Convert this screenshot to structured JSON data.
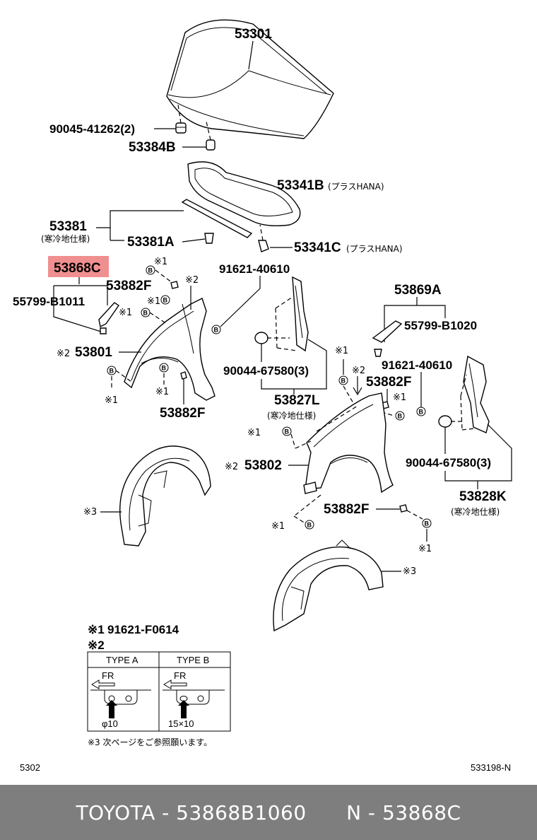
{
  "parts": {
    "hood": "53301",
    "hood_cushion": "90045-41262(2)",
    "hood_cushion_2": "53384B",
    "seal_b": "53341B",
    "seal_b_note": "(プラスHANA)",
    "seal_c": "53341C",
    "seal_c_note": "(プラスHANA)",
    "seal_upper": "53381",
    "seal_upper_note": "(寒冷地仕様)",
    "seal_upper_a": "53381A",
    "highlighted": "53868C",
    "clip_left": "55799-B1011",
    "bolt_left_top": "53882F",
    "fender_left": "53801",
    "bolt_left_bottom": "53882F",
    "screw_left": "91621-40610",
    "grommet_left": "90044-67580(3)",
    "liner_left": "53827L",
    "liner_left_note": "(寒冷地仕様)",
    "bracket_right": "53869A",
    "clip_right": "55799-B1020",
    "screw_right": "91621-40610",
    "bolt_right_top": "53882F",
    "fender_right": "53802",
    "grommet_right": "90044-67580(3)",
    "liner_right": "53828K",
    "liner_right_note": "(寒冷地仕様)",
    "bolt_right_bottom": "53882F"
  },
  "marks": {
    "m1": "※1",
    "m2": "※2",
    "m3": "※3",
    "b": "B"
  },
  "legend": {
    "note1_mark": "※1",
    "note1_part": "91621-F0614",
    "note2_mark": "※2",
    "type_a": "TYPE A",
    "type_b": "TYPE B",
    "fr": "FR",
    "size_a": "φ10",
    "size_b": "15×10",
    "note3": "※3 次ページをご参照願います。"
  },
  "page_code_left": "5302",
  "page_code_right": "533198-N",
  "footer": "TOYOTA - 53868B1060      N - 53868C"
}
